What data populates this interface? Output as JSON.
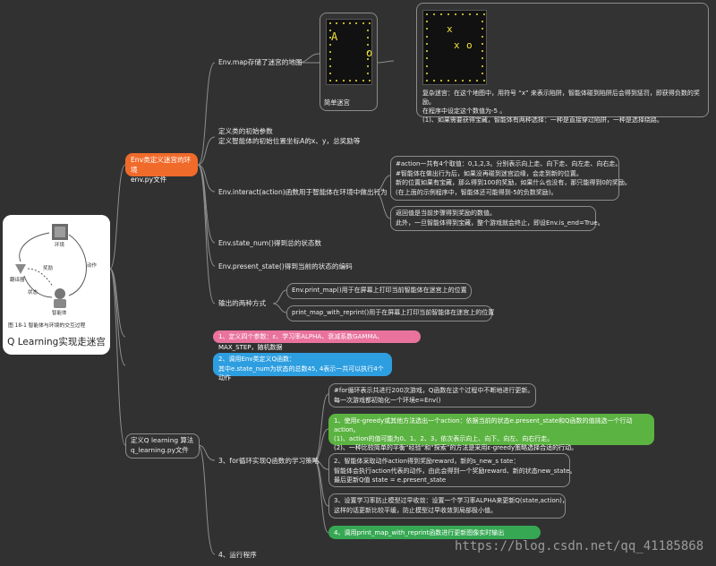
{
  "root": {
    "title": "Q Learning实现走迷宫",
    "figure_caption": "图 18-1   智能体与环境的交互过程",
    "figure_labels": {
      "env": "环境",
      "agent": "智能体",
      "interpreter": "翻译器",
      "reward": "奖励",
      "state": "状态",
      "action": "动作"
    }
  },
  "env_branch": {
    "label_line1": "Env类定义迷宫的环境",
    "label_line2": "env.py文件",
    "accent_color": "#f06a2a",
    "children": {
      "map": "Env.map存储了迷宫的地图",
      "simple_maze_caption": "简单迷宫",
      "simple_maze_cells": [
        "A",
        "o"
      ],
      "complex_maze_cells": [
        "x",
        "x",
        "o"
      ],
      "complex_note": [
        "复杂迷宫：在这个地图中，用符号 “x” 来表示陷阱，智能体碰到陷阱后会得到惩罚，即获得负数的奖励。",
        "在程序中设定这个数值为-5 。",
        "(1)、如果需要获得宝藏，智能体有两种选择：一种是直接穿过陷阱，一种是选择绕路。"
      ],
      "init": [
        "定义类的初始参数",
        "定义智能体的初始位置坐标A的x、y，总奖励等"
      ],
      "interact": "Env.interact(action)函数用于智能体在环境中做出行为",
      "interact_note1": [
        "#action一共有4个取值：0,1,2,3。分别表示向上走、向下走、向左走、向右走。",
        "#智能体在做出行为后，如果没再碰到迷宫边缘，会走到新的位置。",
        "新的位置如果有宝藏，那么得到100的奖励，如果什么也没有，那只能得到0的奖励。",
        "(在上面的示例程序中，智能体还可能得到-5的负数奖励)。"
      ],
      "interact_note2": [
        "返回值是当前步骤得到奖励的数值。",
        "此外，一旦智能体得到宝藏，整个游戏就会终止，即设Env.is_end=True。"
      ],
      "state_num": "Env.state_num()得到总的状态数",
      "present_state": "Env.present_state()得到当前的状态的编码",
      "output": "输出的两种方式",
      "print_map": "Env.print_map()用于在屏幕上打印当前智能体在迷宫上的位置",
      "print_map_reprint": "print_map_with_reprint()用于在屏幕上打印当前智能体在迷宫上的位置"
    }
  },
  "pink_item": {
    "text": "1、定义四个参数：ε、学习率ALPHA、衰减系数GAMMA、MAX_STEP，随机数据",
    "color": "#e9739d"
  },
  "blue_item": {
    "lines": [
      "2、调用Env类定义Q函数：",
      "其中e.state_num为状态的总数45, 4表示一共可以执行4个动作"
    ],
    "color": "#2d9ee0"
  },
  "q_branch": {
    "label_line1": "定义Q learning 算法",
    "label_line2": "q_learning.py文件",
    "step3": "3、for循环实现Q函数的学习策略",
    "step4": "4、运行程序",
    "loop_note": [
      "#for循环表示共进行200次游戏，Q函数在这个过程中不断地进行更新。",
      "每一次游戏都初始化一个环境e=Env()"
    ],
    "green_note": [
      "1、使用ε-greedy或其他方法选出一个action：依据当前的状态e.present_state和Q函数的值挑选一个行动action。",
      "(1)、action的值可能为0、1、2、3，依次表示向上、向下、向左、向右行走。",
      "(2)、一种比较简单的平衡“经验”和“探索”的方法是采用ε-greedy策略选择合适的行动。"
    ],
    "green_color": "#5bb341",
    "note2": [
      "2、智能体采取动作action得到奖励reward，新的s_new_s tate：",
      "智能体会执行action代表的动作，由此会得到一个奖励reward、新的状态new_state。",
      "最后更新Q值 state = e.present_state"
    ],
    "note3": [
      "3、设置学习率防止模型过早收敛：设置一个学习率ALPHA来更新Q(state,action)，",
      "这样的话更新比较平缓，防止模型过早收敛到局部极小值。"
    ],
    "note4": "4、调用print_map_with_reprint函数进行更新图像实时输出"
  },
  "watermark": "https://blog.csdn.net/qq_41185868"
}
